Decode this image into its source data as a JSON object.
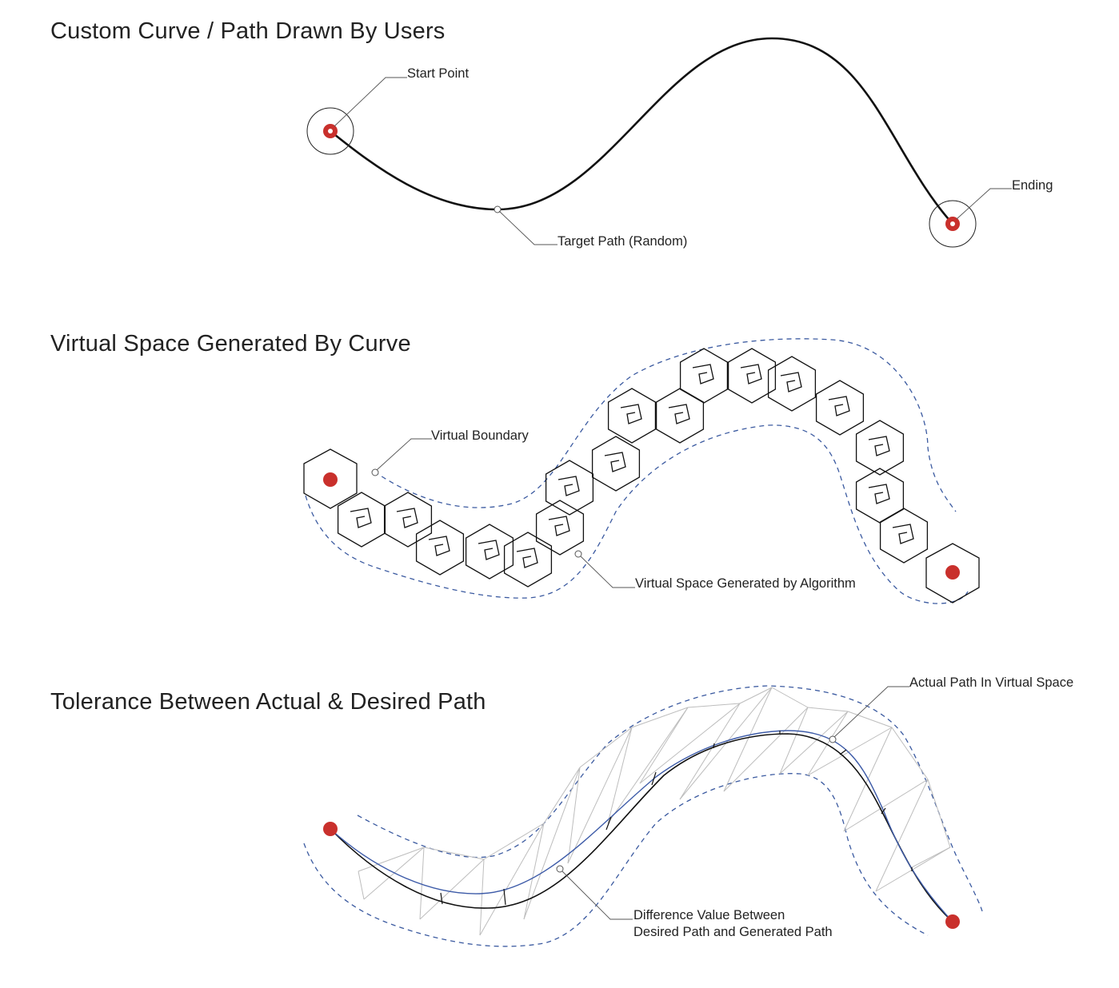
{
  "colors": {
    "marker_red": "#c9302c",
    "curve_black": "#111111",
    "boundary_blue": "#3b5aa0",
    "actual_path_blue": "#3d5ba8",
    "truss_gray": "#bdbdbd"
  },
  "panels": [
    {
      "title": "Custom Curve / Path Drawn By Users",
      "labels": {
        "start": "Start Point",
        "target": "Target Path (Random)",
        "ending": "Ending"
      }
    },
    {
      "title": "Virtual Space Generated By Curve",
      "labels": {
        "boundary": "Virtual Boundary",
        "algorithm": "Virtual Space Generated by Algorithm"
      }
    },
    {
      "title": "Tolerance Between Actual & Desired Path",
      "labels": {
        "actual": "Actual Path In Virtual Space",
        "difference_line1": "Difference Value Between",
        "difference_line2": "Desired Path and Generated Path"
      }
    }
  ]
}
